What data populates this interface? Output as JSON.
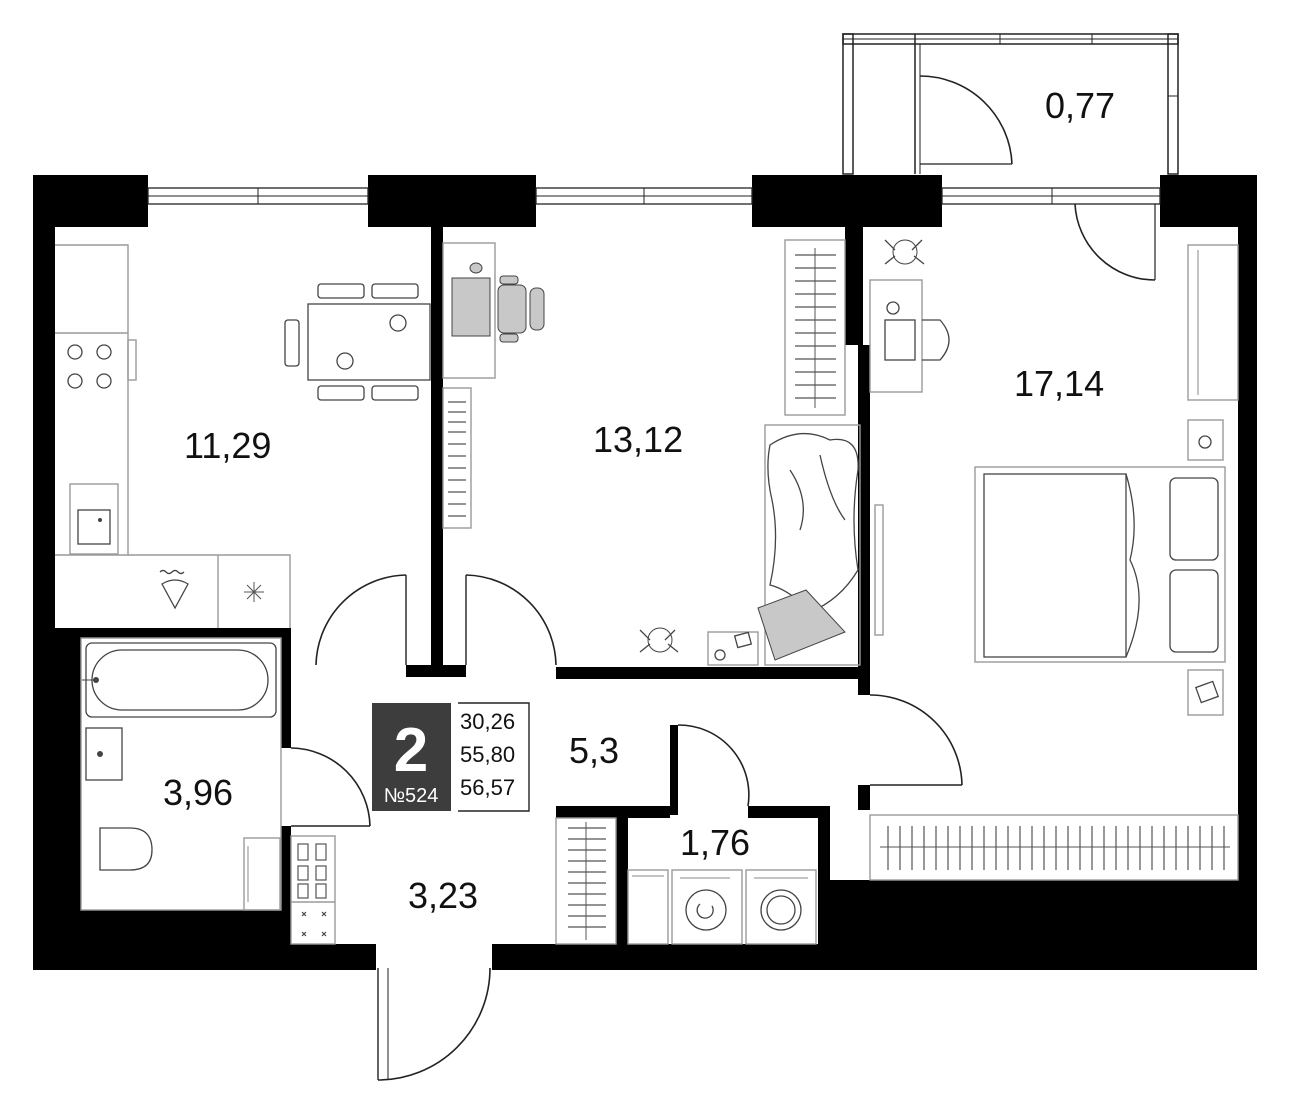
{
  "floorplan": {
    "rooms": [
      {
        "id": "kitchen",
        "area": "11,29"
      },
      {
        "id": "bedroom-small",
        "area": "13,12"
      },
      {
        "id": "bedroom-large",
        "area": "17,14"
      },
      {
        "id": "balcony",
        "area": "0,77"
      },
      {
        "id": "hall",
        "area": "5,3"
      },
      {
        "id": "bathroom",
        "area": "3,96"
      },
      {
        "id": "entrance",
        "area": "3,23"
      },
      {
        "id": "laundry",
        "area": "1,76"
      }
    ],
    "badge": {
      "rooms_count": "2",
      "apartment_number": "№524"
    },
    "totals": [
      "30,26",
      "55,80",
      "56,57"
    ],
    "colors": {
      "wall": "#000000",
      "badge_bg": "#3d3d3d",
      "furniture_fill": "#c8c8c8"
    }
  }
}
